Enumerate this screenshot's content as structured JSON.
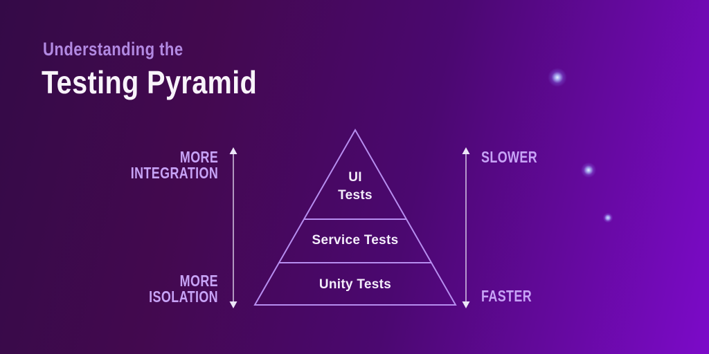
{
  "title": {
    "eyebrow": "Understanding the",
    "main": "Testing Pyramid"
  },
  "pyramid": {
    "levels": [
      {
        "label": "UI Tests",
        "lines": [
          "UI",
          "Tests"
        ]
      },
      {
        "label": "Service Tests"
      },
      {
        "label": "Unity Tests"
      }
    ]
  },
  "axes": {
    "left": {
      "top_lines": [
        "MORE",
        "INTEGRATION"
      ],
      "bottom_lines": [
        "MORE",
        "ISOLATION"
      ]
    },
    "right": {
      "top": "SLOWER",
      "bottom": "FASTER"
    }
  },
  "colors": {
    "background_start": "#340a47",
    "background_end": "#7c0ac9",
    "eyebrow_text": "#b289e2",
    "title_text": "#f8f3fa",
    "axis_label_text": "#c7a3f6",
    "pyramid_outline": "#b78ef0",
    "pyramid_text": "#f4eefb",
    "arrow": "#ece6f8",
    "sparkle": "#e9efff"
  }
}
